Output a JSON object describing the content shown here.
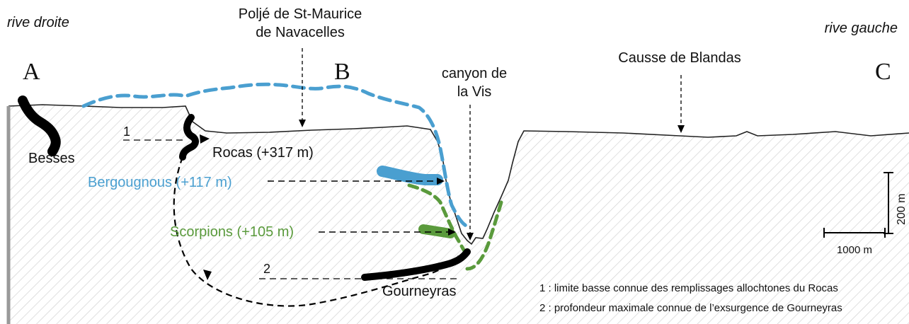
{
  "banks": {
    "right_bank": "rive droite",
    "left_bank": "rive gauche"
  },
  "sections": {
    "a": "A",
    "b": "B",
    "c": "C"
  },
  "places": {
    "polje_line1": "Poljé de St-Maurice",
    "polje_line2": "de Navacelles",
    "canyon_line1": "canyon de",
    "canyon_line2": "la Vis",
    "causse": "Causse de Blandas"
  },
  "caves": {
    "besses": "Besses",
    "rocas": "Rocas (+317 m)",
    "bergougnous": "Bergougnous (+117 m)",
    "scorpions": "Scorpions (+105 m)",
    "gourneyras": "Gourneyras"
  },
  "markers": {
    "one": "1",
    "two": "2"
  },
  "scale": {
    "vertical": "200 m",
    "horizontal": "1000 m"
  },
  "legend": {
    "item1": "1 : limite basse connue des remplissages allochtones du Rocas",
    "item2": "2 : profondeur maximale connue de l’exsurgence de Gourneyras"
  },
  "colors": {
    "blue": "#4a9fd0",
    "green": "#5a9a3c",
    "black": "#000000",
    "hatch": "#c8c8c8"
  }
}
